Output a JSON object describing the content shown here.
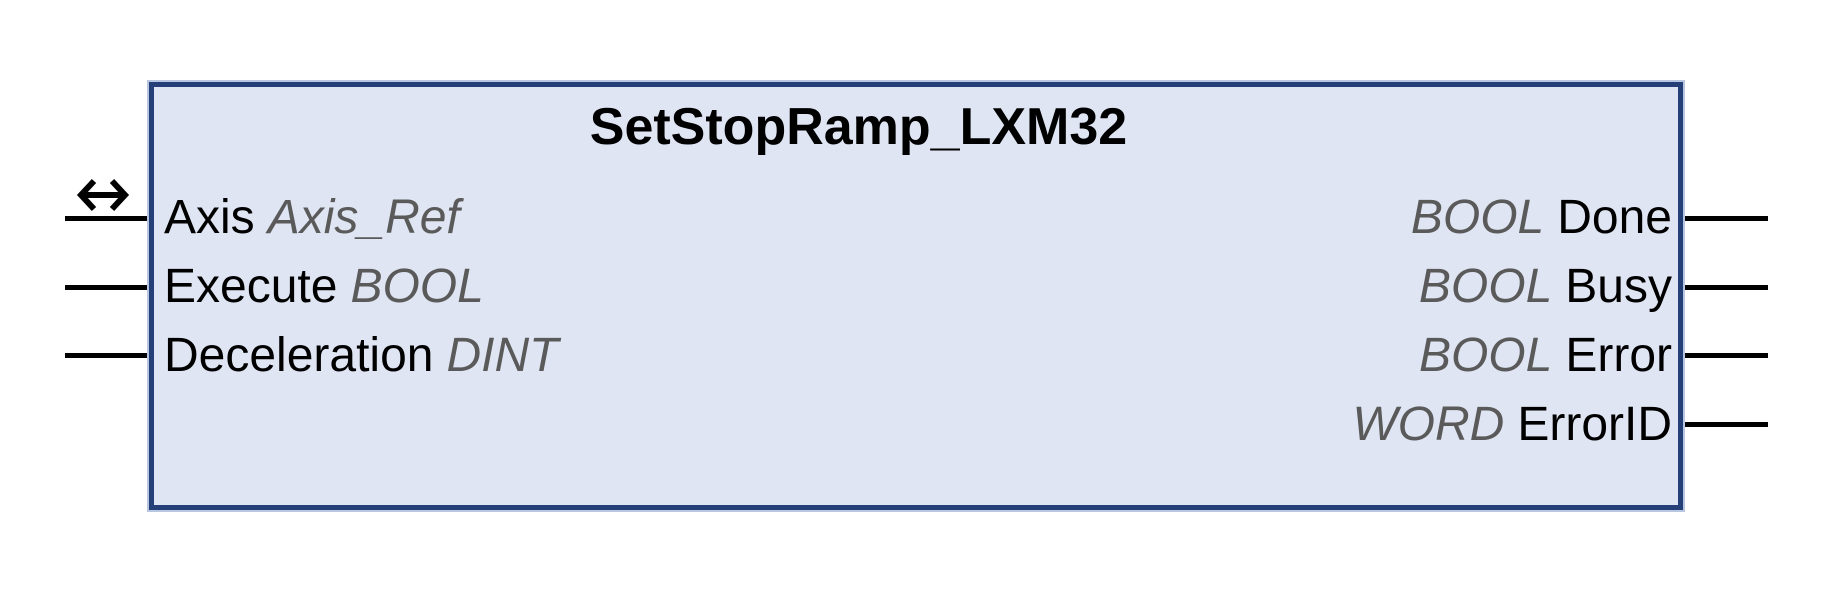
{
  "diagram": {
    "title": "SetStopRamp_LXM32",
    "colors": {
      "block_fill": "#dfe5f3",
      "block_border": "#254078",
      "halo": "#b9c6e0",
      "pin_name_text": "#000000",
      "pin_type_text": "#5a5a5a",
      "connector": "#000000"
    },
    "icons": {
      "inout_arrow": "double-headed-arrow"
    },
    "inputs": [
      {
        "name": "Axis",
        "type": "Axis_Ref"
      },
      {
        "name": "Execute",
        "type": "BOOL"
      },
      {
        "name": "Deceleration",
        "type": "DINT"
      }
    ],
    "outputs": [
      {
        "type": "BOOL",
        "name": "Done"
      },
      {
        "type": "BOOL",
        "name": "Busy"
      },
      {
        "type": "BOOL",
        "name": "Error"
      },
      {
        "type": "WORD",
        "name": "ErrorID"
      }
    ]
  }
}
